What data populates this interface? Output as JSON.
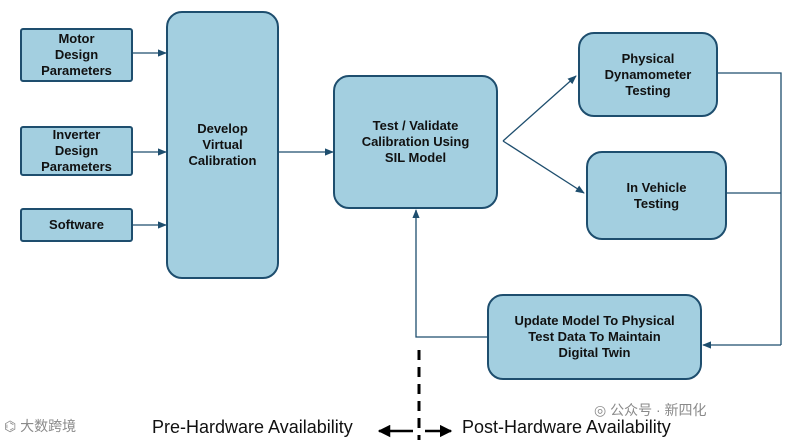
{
  "boxes": {
    "motor": "Motor\nDesign\nParameters",
    "inverter": "Inverter\nDesign\nParameters",
    "software": "Software",
    "develop": "Develop\nVirtual\nCalibration",
    "test": "Test / Validate\nCalibration Using\nSIL Model",
    "dyno": "Physical\nDynamometer\nTesting",
    "vehicle": "In Vehicle\nTesting",
    "update": "Update Model To Physical\nTest Data To Maintain\nDigital Twin"
  },
  "footer": {
    "pre": "Pre-Hardware Availability",
    "post": "Post-Hardware Availability"
  },
  "watermark": {
    "left": "大数跨境",
    "right": "公众号 · 新四化"
  },
  "colors": {
    "box_fill": "#a3cfe0",
    "box_border": "#1e4e6e",
    "line": "#1e4e6e"
  }
}
